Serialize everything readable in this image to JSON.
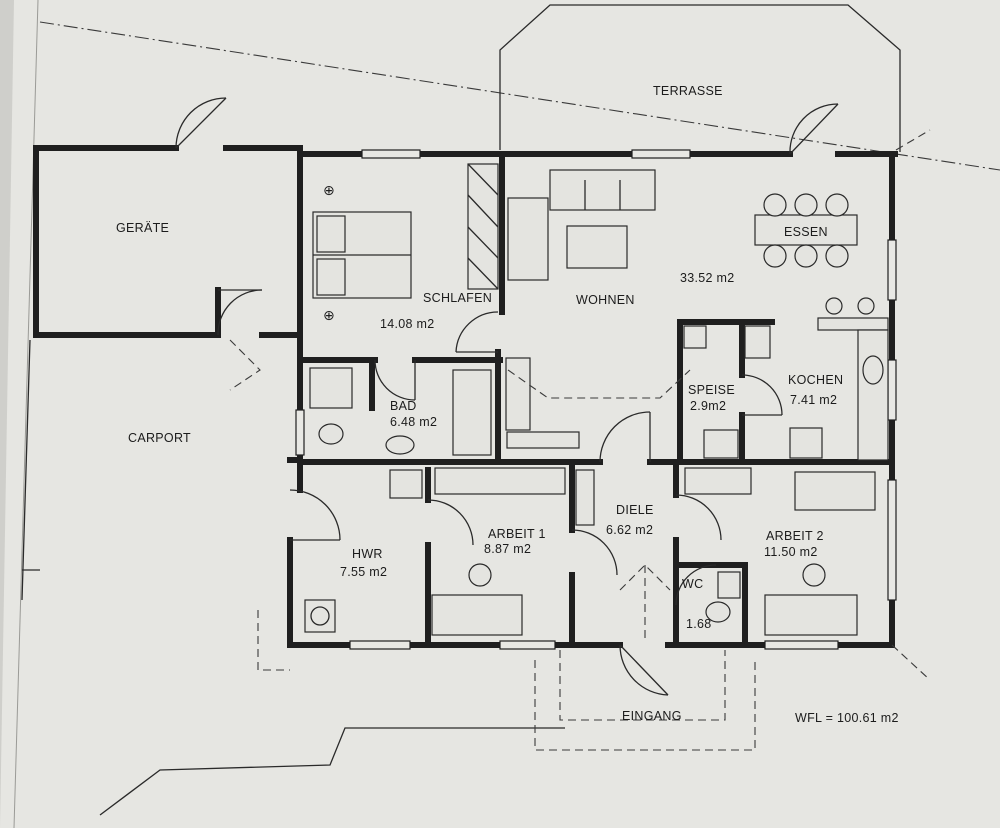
{
  "rooms": {
    "terrasse": {
      "name": "TERRASSE"
    },
    "geraete": {
      "name": "GERÄTE"
    },
    "carport": {
      "name": "CARPORT"
    },
    "schlafen": {
      "name": "SCHLAFEN",
      "area": "14.08 m2"
    },
    "wohnen": {
      "name": "WOHNEN",
      "area": "33.52 m2"
    },
    "essen": {
      "name": "ESSEN"
    },
    "bad": {
      "name": "BAD",
      "area": "6.48 m2"
    },
    "speise": {
      "name": "SPEISE",
      "area": "2.9m2"
    },
    "kochen": {
      "name": "KOCHEN",
      "area": "7.41 m2"
    },
    "hwr": {
      "name": "HWR",
      "area": "7.55 m2"
    },
    "arbeit1": {
      "name": "ARBEIT 1",
      "area": "8.87 m2"
    },
    "diele": {
      "name": "DIELE",
      "area": "6.62 m2"
    },
    "arbeit2": {
      "name": "ARBEIT 2",
      "area": "11.50 m2"
    },
    "wc": {
      "name": "WC",
      "area": "1.68"
    },
    "eingang": {
      "name": "EINGANG"
    }
  },
  "summary": {
    "wfl": "WFL = 100.61 m2"
  },
  "colors": {
    "paper": "#e6e6e2",
    "ink": "#1f1f1f",
    "background": "#cfcfcb"
  }
}
